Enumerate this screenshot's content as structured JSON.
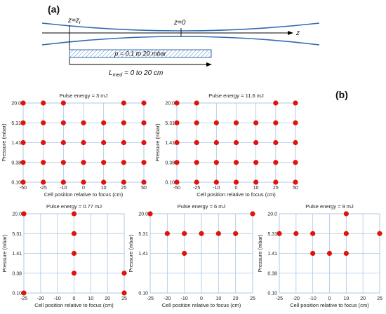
{
  "panel_labels": {
    "a": "(a)",
    "b": "(b)"
  },
  "diagram": {
    "z_cell_label": "z=z",
    "z_cell_sub": "i",
    "z_focus_label": "z=0",
    "axis_label": "z",
    "pressure_box_label": "p = 0.1 to 20 mbar",
    "medium_length_label_prefix": "L",
    "medium_length_label_sub": "med",
    "medium_length_label_suffix": " = 0 to 20 cm"
  },
  "colors": {
    "beam": "#2e6bb3",
    "marker": "#e0130f",
    "grid": "#a9c7e6",
    "hatch": "#5f8cc4"
  },
  "chart_data": [
    {
      "type": "scatter",
      "title": "Pulse energy = 3 mJ",
      "xlabel": "Cell position relative to focus (cm)",
      "ylabel": "Pressure (mbar)",
      "x_ticks": [
        "-50",
        "-25",
        "-10",
        "0",
        "10",
        "25",
        "50"
      ],
      "y_ticks": [
        "0.10",
        "0.38",
        "1.41",
        "5.31",
        "20.0"
      ],
      "grid": true,
      "points": [
        [
          "-50",
          "20.0"
        ],
        [
          "-25",
          "20.0"
        ],
        [
          "-10",
          "20.0"
        ],
        [
          "25",
          "20.0"
        ],
        [
          "50",
          "20.0"
        ],
        [
          "-50",
          "5.31"
        ],
        [
          "-25",
          "5.31"
        ],
        [
          "-10",
          "5.31"
        ],
        [
          "0",
          "5.31"
        ],
        [
          "10",
          "5.31"
        ],
        [
          "25",
          "5.31"
        ],
        [
          "50",
          "5.31"
        ],
        [
          "-50",
          "1.41"
        ],
        [
          "-25",
          "1.41"
        ],
        [
          "-10",
          "1.41"
        ],
        [
          "0",
          "1.41"
        ],
        [
          "10",
          "1.41"
        ],
        [
          "25",
          "1.41"
        ],
        [
          "50",
          "1.41"
        ],
        [
          "-50",
          "0.38"
        ],
        [
          "-25",
          "0.38"
        ],
        [
          "-10",
          "0.38"
        ],
        [
          "0",
          "0.38"
        ],
        [
          "10",
          "0.38"
        ],
        [
          "25",
          "0.38"
        ],
        [
          "50",
          "0.38"
        ],
        [
          "-50",
          "0.10"
        ],
        [
          "-25",
          "0.10"
        ],
        [
          "-10",
          "0.10"
        ],
        [
          "0",
          "0.10"
        ],
        [
          "10",
          "0.10"
        ],
        [
          "25",
          "0.10"
        ],
        [
          "50",
          "0.10"
        ]
      ]
    },
    {
      "type": "scatter",
      "title": "Pulse energy = 11.6 mJ",
      "xlabel": "Cell position relative to focus (cm)",
      "ylabel": "Pressure (mbar)",
      "x_ticks": [
        "-50",
        "-25",
        "-10",
        "0",
        "10",
        "25",
        "50"
      ],
      "y_ticks": [
        "0.10",
        "0.38",
        "1.41",
        "5.31",
        "20.0"
      ],
      "grid": true,
      "points": [
        [
          "-50",
          "20.0"
        ],
        [
          "-25",
          "20.0"
        ],
        [
          "25",
          "20.0"
        ],
        [
          "50",
          "20.0"
        ],
        [
          "-50",
          "5.31"
        ],
        [
          "-25",
          "5.31"
        ],
        [
          "-10",
          "5.31"
        ],
        [
          "0",
          "5.31"
        ],
        [
          "10",
          "5.31"
        ],
        [
          "25",
          "5.31"
        ],
        [
          "50",
          "5.31"
        ],
        [
          "-50",
          "1.41"
        ],
        [
          "-25",
          "1.41"
        ],
        [
          "-10",
          "1.41"
        ],
        [
          "0",
          "1.41"
        ],
        [
          "10",
          "1.41"
        ],
        [
          "25",
          "1.41"
        ],
        [
          "50",
          "1.41"
        ],
        [
          "-50",
          "0.38"
        ],
        [
          "-25",
          "0.38"
        ],
        [
          "-10",
          "0.38"
        ],
        [
          "0",
          "0.38"
        ],
        [
          "10",
          "0.38"
        ],
        [
          "25",
          "0.38"
        ],
        [
          "50",
          "0.38"
        ],
        [
          "-50",
          "0.10"
        ],
        [
          "-25",
          "0.10"
        ],
        [
          "-10",
          "0.10"
        ],
        [
          "0",
          "0.10"
        ],
        [
          "10",
          "0.10"
        ],
        [
          "25",
          "0.10"
        ],
        [
          "50",
          "0.10"
        ]
      ]
    },
    {
      "type": "scatter",
      "title": "Pulse energy = 0.77 mJ",
      "xlabel": "Cell position relative to focus (cm)",
      "ylabel": "Pressure (mbar)",
      "x_ticks": [
        "-25",
        "-20",
        "-10",
        "0",
        "10",
        "20",
        "25"
      ],
      "y_ticks": [
        "0.10",
        "0.38",
        "1.41",
        "5.31",
        "20.0"
      ],
      "grid": true,
      "points": [
        [
          "-25",
          "20.0"
        ],
        [
          "0",
          "20.0"
        ],
        [
          "0",
          "5.31"
        ],
        [
          "0",
          "1.41"
        ],
        [
          "0",
          "0.38"
        ],
        [
          "25",
          "0.38"
        ],
        [
          "-25",
          "0.10"
        ],
        [
          "25",
          "0.10"
        ]
      ]
    },
    {
      "type": "scatter",
      "title": "Pulse energy = 6 mJ",
      "xlabel": "Cell position relative to focus (cm)",
      "ylabel": "Pressure (mbar)",
      "x_ticks": [
        "-25",
        "-20",
        "-10",
        "0",
        "10",
        "20",
        "25"
      ],
      "y_ticks": [
        "0.10",
        "1.41",
        "5.31",
        "20.0"
      ],
      "grid": true,
      "points": [
        [
          "-25",
          "20.0"
        ],
        [
          "25",
          "20.0"
        ],
        [
          "-20",
          "5.31"
        ],
        [
          "-10",
          "5.31"
        ],
        [
          "0",
          "5.31"
        ],
        [
          "10",
          "5.31"
        ],
        [
          "20",
          "5.31"
        ],
        [
          "-10",
          "1.41"
        ]
      ]
    },
    {
      "type": "scatter",
      "title": "Pulse energy = 9 mJ",
      "xlabel": "Cell position relative to focus (cm)",
      "ylabel": "Pressure (mbar)",
      "x_ticks": [
        "-25",
        "-20",
        "-10",
        "0",
        "10",
        "20",
        "25"
      ],
      "y_ticks": [
        "0.10",
        "0.38",
        "1.41",
        "5.31",
        "20.0"
      ],
      "grid": true,
      "points": [
        [
          "10",
          "20.0"
        ],
        [
          "-25",
          "5.31"
        ],
        [
          "-20",
          "5.31"
        ],
        [
          "-10",
          "5.31"
        ],
        [
          "10",
          "5.31"
        ],
        [
          "25",
          "5.31"
        ],
        [
          "-10",
          "1.41"
        ],
        [
          "0",
          "1.41"
        ],
        [
          "10",
          "1.41"
        ]
      ]
    }
  ]
}
